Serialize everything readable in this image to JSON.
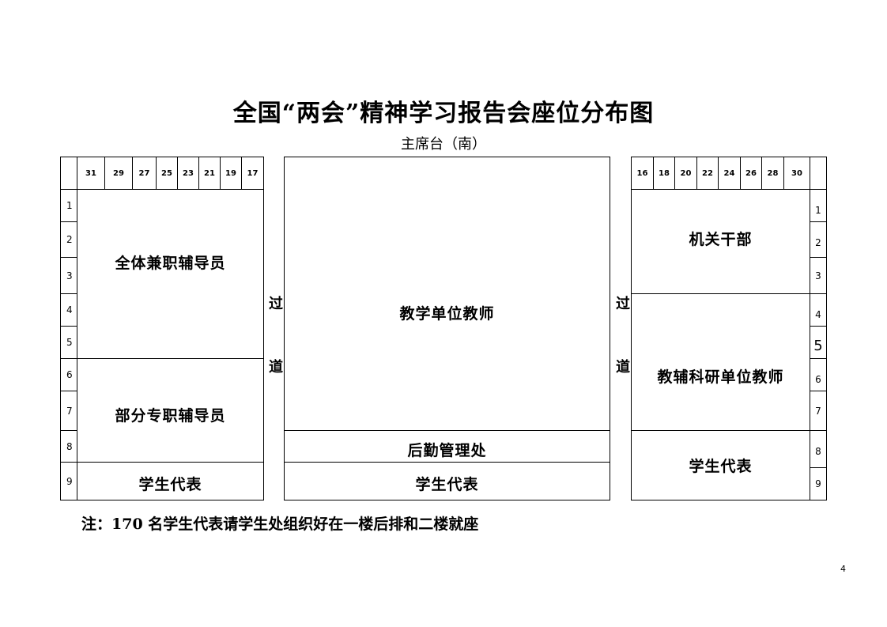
{
  "title": "全国“两会”精神学习报告会座位分布图",
  "subtitle": "主席台（南）",
  "left_columns": [
    "31",
    "29",
    "27",
    "25",
    "23",
    "21",
    "19",
    "17"
  ],
  "right_columns": [
    "16",
    "18",
    "20",
    "22",
    "24",
    "26",
    "28",
    "30"
  ],
  "rows": [
    "1",
    "2",
    "3",
    "4",
    "5",
    "6",
    "7",
    "8",
    "9"
  ],
  "zones": {
    "left_top": "全体兼职辅导员",
    "left_mid": "部分专职辅导员",
    "left_bottom": "学生代表",
    "center_main": "教学单位教师",
    "center_logistics": "后勤管理处",
    "center_bottom": "学生代表",
    "right_top": "机关干部",
    "right_mid": "教辅科研单位教师",
    "right_bottom": "学生代表"
  },
  "aisle": {
    "top": "过",
    "bottom": "道"
  },
  "note": "注：170 名学生代表请学生处组织好在一楼后排和二楼就座",
  "page_number": "4"
}
